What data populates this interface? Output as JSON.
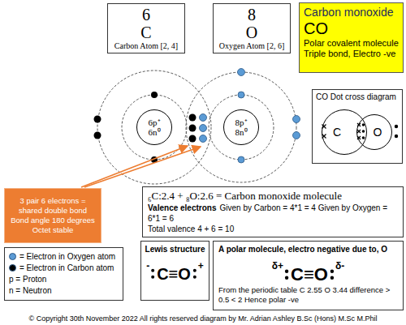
{
  "diagram": {
    "caption": "© Copyright 30th November 2022 All rights reserved diagram by Mr. Adrian Ashley B.Sc (Hons) M.Sc M.Phil",
    "nodes": [
      {
        "text": [
          "6",
          "C",
          "Carbon Atom [2, 4]"
        ]
      },
      {
        "text": [
          "8",
          "O",
          "Oxygen Atom [2, 6]"
        ]
      },
      {
        "text": [
          "Carbon monoxide",
          "CO",
          "Polar covalent molecule Triple bond, Electro -ve"
        ]
      },
      {
        "text": [
          "6p⁺",
          "6n⁰"
        ]
      },
      {
        "text": [
          "8p⁺",
          "8n⁰"
        ]
      },
      {
        "text": [
          "CO Dot cross diagram"
        ]
      },
      {
        "text": [
          "C"
        ],
        "in": 5
      },
      {
        "text": [
          "O"
        ],
        "in": 5
      },
      {
        "text": [
          "3 pair 6 electrons = shared double bond Bond angle 180 degrees Octet stable"
        ]
      },
      {
        "text": [
          "₆C:2.4 + ₈O:2.6 = Carbon monoxide molecule",
          "Valence electrons",
          "Given by Carbon = 4*1 = 4 Given by Oxygen = 6*1 = 6",
          "Total valence 4 + 6 = 10"
        ]
      },
      {
        "text": [
          "Lewis structure",
          "-",
          "C≡O",
          "+"
        ]
      },
      {
        "text": [
          "A polar molecule, electro negative due to, O",
          "δ+",
          "C≡O",
          "δ-",
          "From the periodic table C 2.55 O 3.44 difference > 0.5 < 2 Hence polar -ve"
        ]
      }
    ],
    "legend": [
      {
        "text": "= Electron in Oxygen atom",
        "color": "#5b9bd5"
      },
      {
        "text": "= Electron in Carbon atom",
        "color": "#000000"
      },
      {
        "text": "p = Proton"
      },
      {
        "text": "n = Neutron"
      }
    ]
  }
}
